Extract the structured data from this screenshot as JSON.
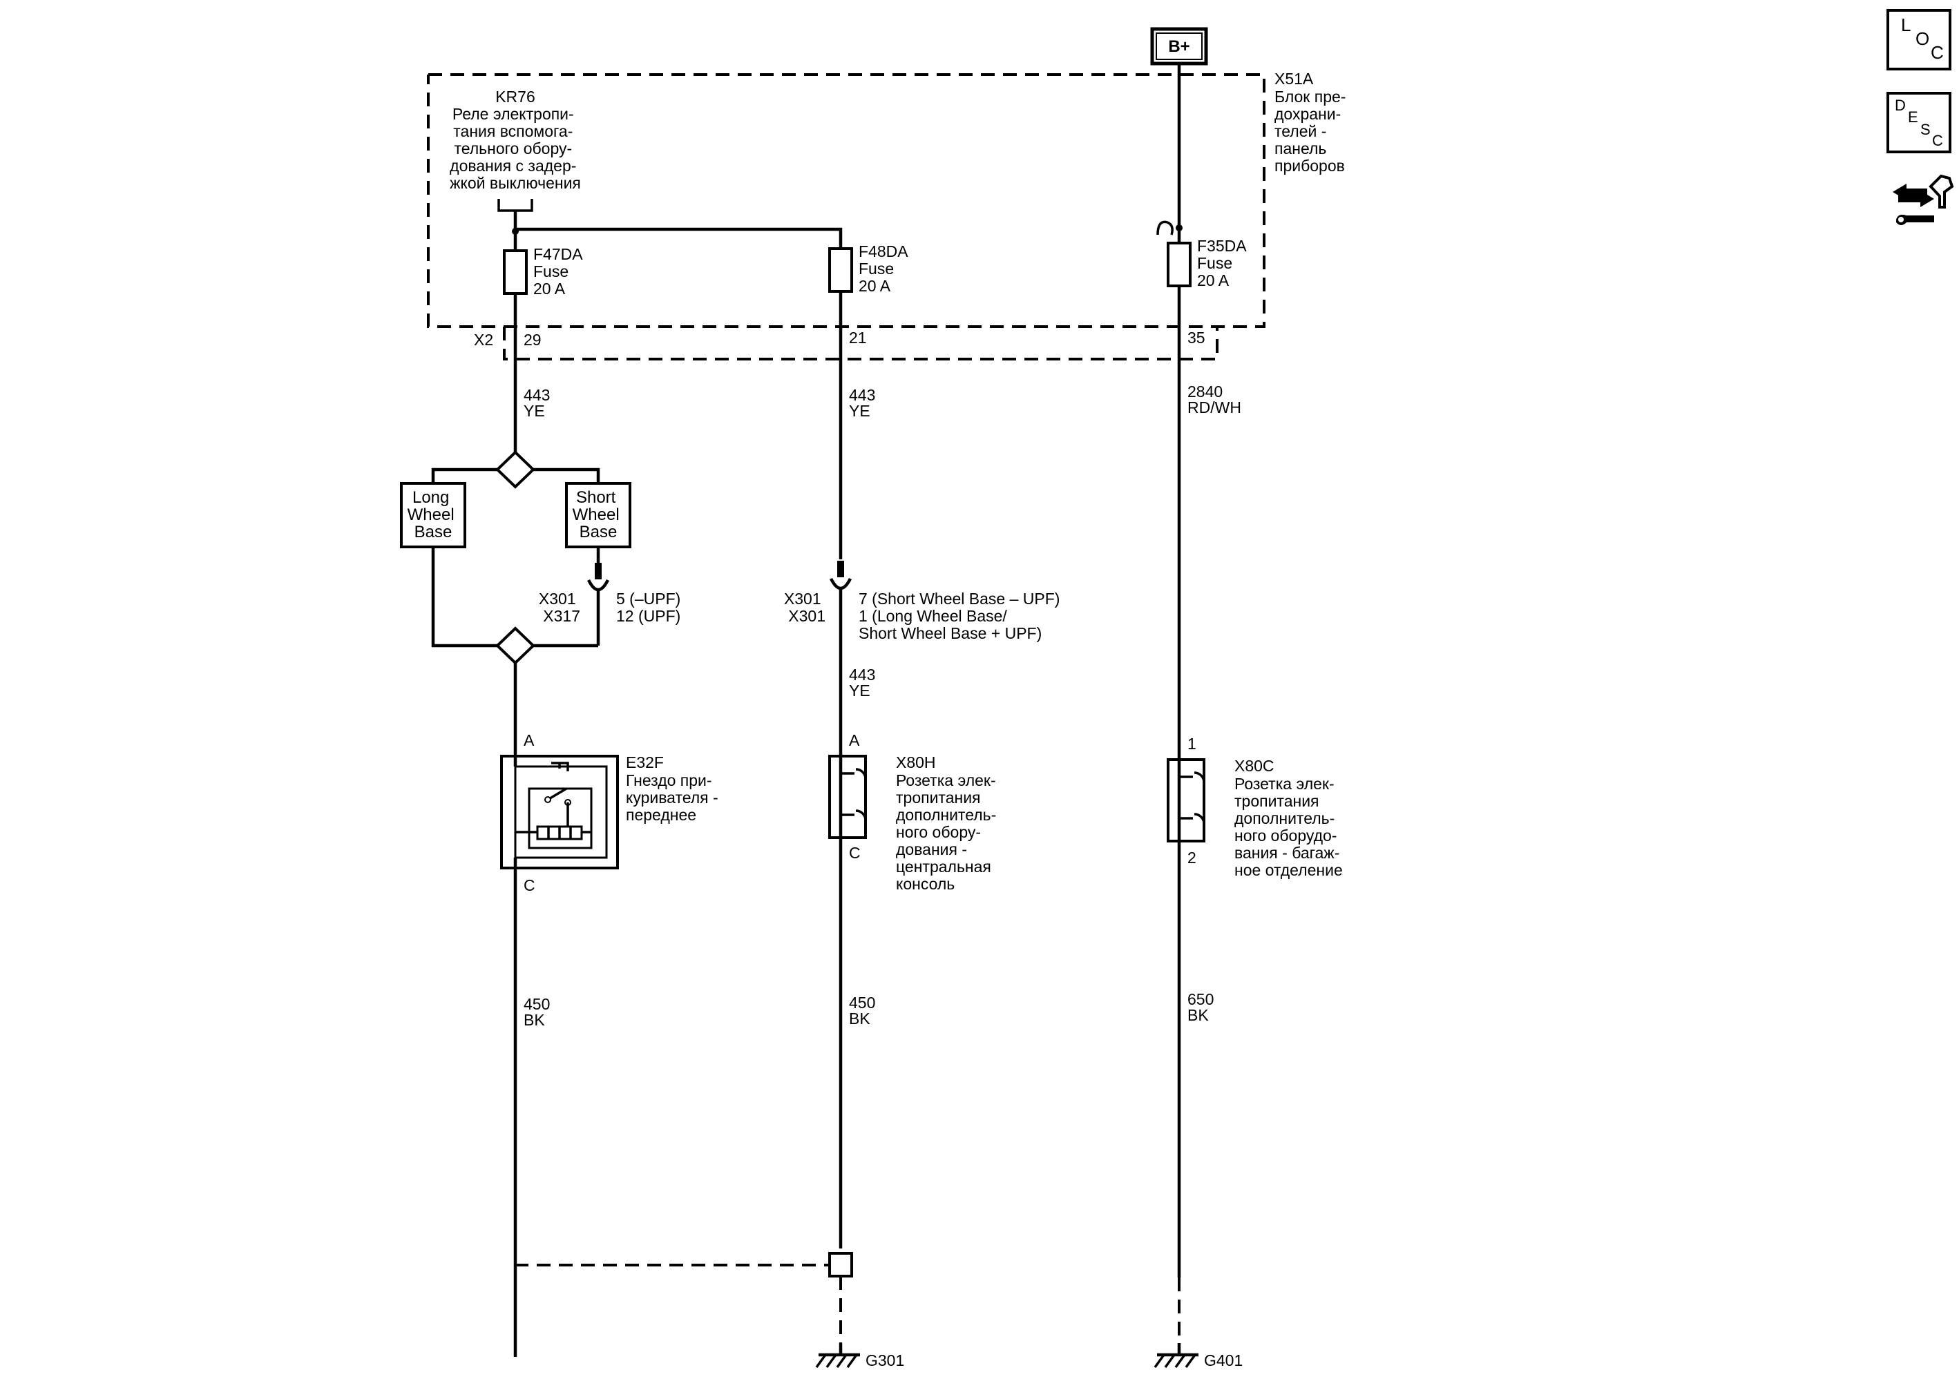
{
  "power": {
    "bplus": "B+"
  },
  "fuse_block": {
    "id": "X51A",
    "lines": [
      "Блок пре-",
      "дохрани-",
      "телей -",
      "панель",
      "приборов"
    ]
  },
  "relay": {
    "id": "KR76",
    "lines": [
      "Реле электропи-",
      "тания вспомога-",
      "тельного обору-",
      "дования с задер-",
      "жкой выключения"
    ]
  },
  "fuses": [
    {
      "id": "F47DA",
      "type": "Fuse",
      "rating": "20 A",
      "pin": "29"
    },
    {
      "id": "F48DA",
      "type": "Fuse",
      "rating": "20 A",
      "pin": "21"
    },
    {
      "id": "F35DA",
      "type": "Fuse",
      "rating": "20 A",
      "pin": "35"
    }
  ],
  "connector_x2": "X2",
  "wires": {
    "w1_top": [
      "443",
      "YE"
    ],
    "w2_top": [
      "443",
      "YE"
    ],
    "w2_mid": [
      "443",
      "YE"
    ],
    "w3_top": [
      "2840",
      "RD/WH"
    ],
    "w1_bottom": [
      "450",
      "BK"
    ],
    "w2_bottom": [
      "450",
      "BK"
    ],
    "w3_bottom": [
      "650",
      "BK"
    ]
  },
  "options": {
    "long": [
      "Long",
      "Wheel",
      "Base"
    ],
    "short": [
      "Short",
      "Wheel",
      "Base"
    ]
  },
  "inline_connectors": {
    "left_ids": [
      "X301",
      "X317"
    ],
    "left_pins": [
      "5 (–UPF)",
      "12 (UPF)"
    ],
    "mid_ids": [
      "X301",
      "X301"
    ],
    "mid_pins": [
      "7 (Short Wheel Base – UPF)",
      "1 (Long Wheel Base/",
      "Short Wheel Base + UPF)"
    ]
  },
  "components": {
    "e32f": {
      "id": "E32F",
      "lines": [
        "Гнездо при-",
        "куривателя -",
        "переднее"
      ],
      "pin_top": "A",
      "pin_bottom": "C"
    },
    "x80h": {
      "id": "X80H",
      "lines": [
        "Розетка элек-",
        "тропитания",
        "дополнитель-",
        "ного обору-",
        "дования -",
        "центральная",
        "консоль"
      ],
      "pin_top": "A",
      "pin_bottom": "C"
    },
    "x80c": {
      "id": "X80C",
      "lines": [
        "Розетка элек-",
        "тропитания",
        "дополнитель-",
        "ного оборудо-",
        "вания - багаж-",
        "ное отделение"
      ],
      "pin_top": "1",
      "pin_bottom": "2"
    }
  },
  "grounds": {
    "g1": "G301",
    "g2": "G401"
  },
  "side_icons": {
    "loc": [
      "L",
      "O",
      "C"
    ],
    "desc": [
      "D",
      "E",
      "S",
      "C"
    ],
    "connector": "connector-end-view-icon"
  }
}
